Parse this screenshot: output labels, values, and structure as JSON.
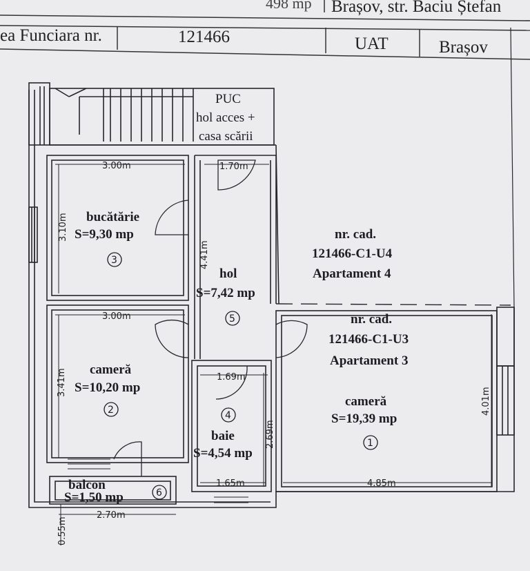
{
  "header": {
    "top_area_suffix": "498 mp",
    "address": "Brașov, str. Baciu Ștefan",
    "cf_label": "ea Funciara nr.",
    "cf_number": "121466",
    "uat_label": "UAT",
    "uat_value": "Brașov"
  },
  "plan": {
    "puc": {
      "line1": "PUC",
      "line2": "hol acces +",
      "line3": "casa scării"
    },
    "rooms": [
      {
        "name": "bucătărie",
        "area": "S=9,30 mp",
        "index": "3"
      },
      {
        "name": "cameră",
        "area": "S=10,20 mp",
        "index": "2"
      },
      {
        "name": "hol",
        "area": "S=7,42 mp",
        "index": "5"
      },
      {
        "name": "baie",
        "area": "S=4,54 mp",
        "index": "4"
      },
      {
        "name": "balcon",
        "area": "S=1,50 mp",
        "index": "6"
      },
      {
        "name": "cameră",
        "area": "S=19,39 mp",
        "index": "1"
      }
    ],
    "apartment4": {
      "cad_label": "nr. cad.",
      "cad_number": "121466-C1-U4",
      "name": "Apartament 4"
    },
    "apartment3": {
      "cad_label": "nr. cad.",
      "cad_number": "121466-C1-U3",
      "name": "Apartament 3"
    },
    "dimensions": {
      "kitchen_width": "3.00m",
      "kitchen_height": "3.10m",
      "room_width": "3.00m",
      "room_height": "3.41m",
      "hall_top_width": "1.70m",
      "hall_height": "4.41m",
      "bath_width_top": "1.69m",
      "bath_height": "2.69m",
      "bath_width_bottom": "1.65m",
      "big_room_width": "4.85m",
      "big_room_height": "4.01m",
      "balcony_width": "2.70m",
      "balcony_depth": "0.55m"
    }
  }
}
